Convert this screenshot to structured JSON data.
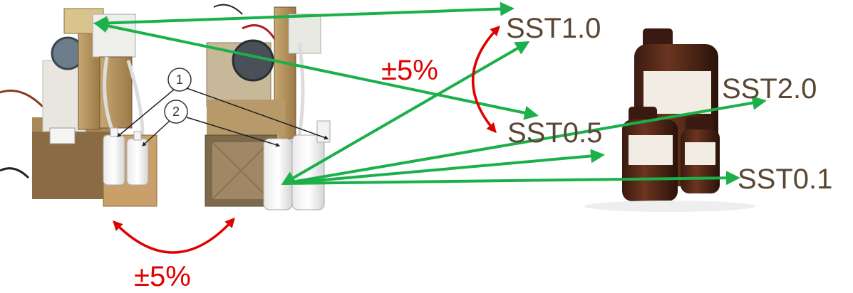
{
  "labels": {
    "sst1_0": "SST1.0",
    "sst2_0": "SST2.0",
    "sst0_5": "SST0.5",
    "sst0_1": "SST0.1"
  },
  "tolerances": {
    "top": "±5%",
    "bottom": "±5%"
  },
  "callouts": {
    "one": "1",
    "two": "2"
  },
  "colors": {
    "arrow_green": "#1bb04a",
    "arrow_red": "#e00000",
    "label_brown": "#5a4632"
  }
}
